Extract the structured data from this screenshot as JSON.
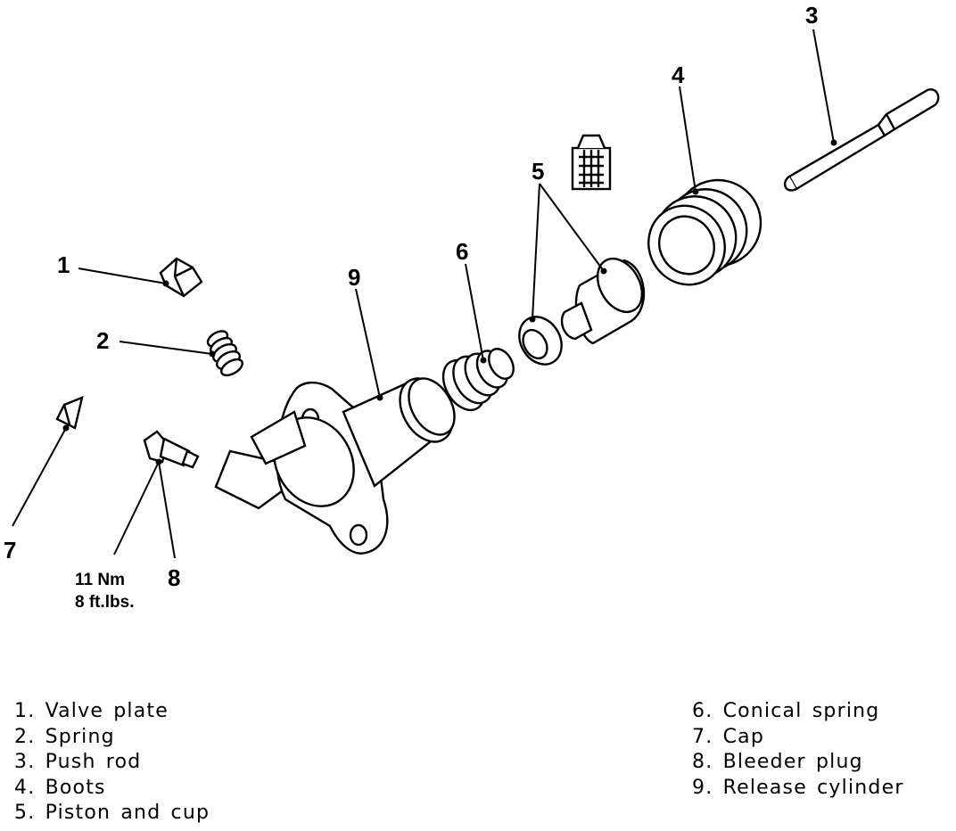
{
  "callouts": {
    "n1": "1",
    "n2": "2",
    "n3": "3",
    "n4": "4",
    "n5": "5",
    "n6": "6",
    "n7": "7",
    "n8": "8",
    "n9": "9"
  },
  "torque": {
    "nm": "11 Nm",
    "ftlbs": "8 ft.lbs."
  },
  "legend": {
    "left": [
      "1. Valve plate",
      "2. Spring",
      "3. Push rod",
      "4. Boots",
      "5. Piston and cup"
    ],
    "right": [
      "6. Conical spring",
      "7. Cap",
      "8. Bleeder plug",
      "9. Release cylinder"
    ]
  },
  "colors": {
    "ink": "#000000",
    "background": "#ffffff"
  },
  "icons": [
    "fluid-reservoir-icon"
  ]
}
